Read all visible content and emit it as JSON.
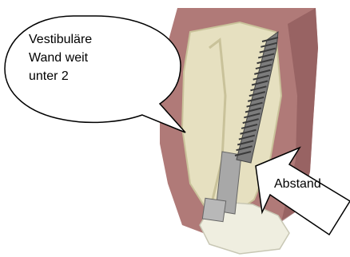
{
  "callout": {
    "lines": [
      "Vestibuläre",
      "Wand  weit",
      "unter 2"
    ]
  },
  "arrow": {
    "label": "Abstand"
  },
  "colors": {
    "gum": "#b07a78",
    "gum_dark": "#8e5a5a",
    "bone": "#e6e0c0",
    "bone_edge": "#c9c29a",
    "implant": "#7c7c7c",
    "crown": "#efeee0"
  }
}
